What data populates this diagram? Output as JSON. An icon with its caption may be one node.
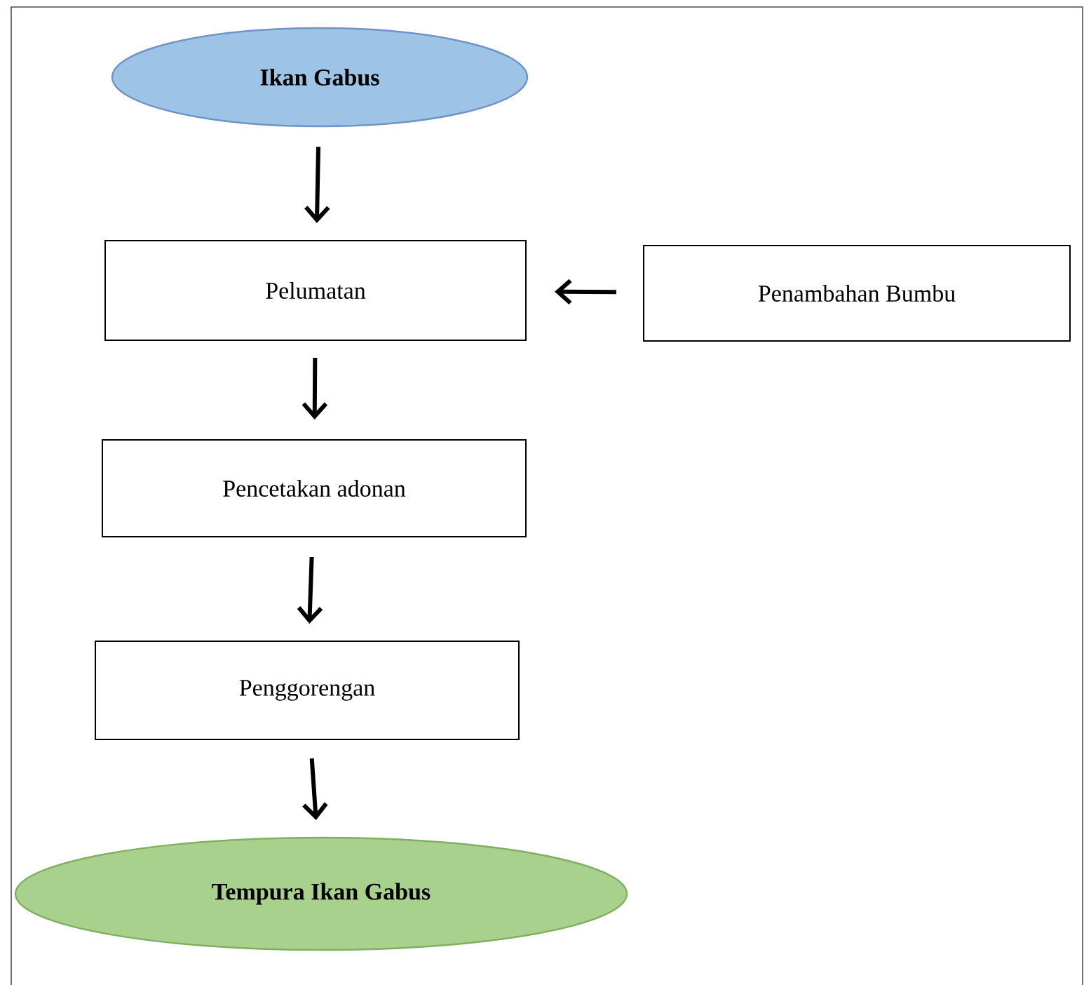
{
  "diagram": {
    "nodes": [
      {
        "text": [
          "Ikan Gabus"
        ]
      },
      {
        "text": [
          "Pelumatan"
        ]
      },
      {
        "text": [
          "Penambahan Bumbu"
        ]
      },
      {
        "text": [
          "Pencetakan adonan"
        ]
      },
      {
        "text": [
          "Penggorengan"
        ]
      },
      {
        "text": [
          "Tempura Ikan Gabus"
        ]
      }
    ],
    "edges": [
      {
        "from": 0,
        "to": 1,
        "arrow": "to"
      },
      {
        "from": 2,
        "to": 1,
        "arrow": "to"
      },
      {
        "from": 1,
        "to": 3,
        "arrow": "to"
      },
      {
        "from": 3,
        "to": 4,
        "arrow": "to"
      },
      {
        "from": 4,
        "to": 5,
        "arrow": "to"
      }
    ]
  }
}
